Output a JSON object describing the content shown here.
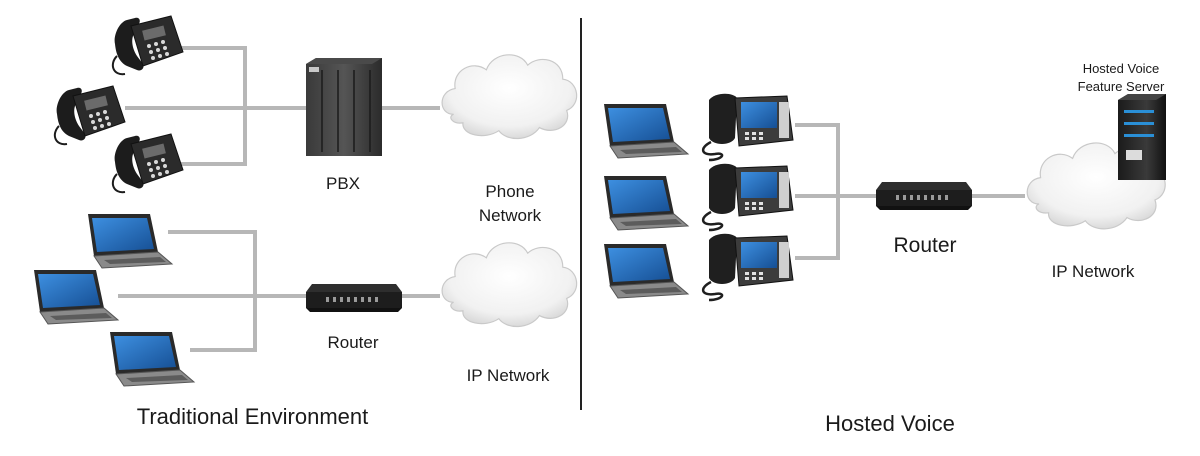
{
  "traditional": {
    "pbx_label": "PBX",
    "phone_network_line1": "Phone",
    "phone_network_line2": "Network",
    "router_label": "Router",
    "ip_network_label": "IP Network",
    "section_title": "Traditional Environment"
  },
  "hosted": {
    "router_label": "Router",
    "ip_network_label": "IP Network",
    "server_label_line1": "Hosted Voice",
    "server_label_line2": "Feature Server",
    "section_title": "Hosted Voice"
  },
  "colors": {
    "connector": "#b7b7b7",
    "divider": "#222222",
    "screen": "#1e6bbf",
    "device_dark": "#2a2a2a"
  }
}
